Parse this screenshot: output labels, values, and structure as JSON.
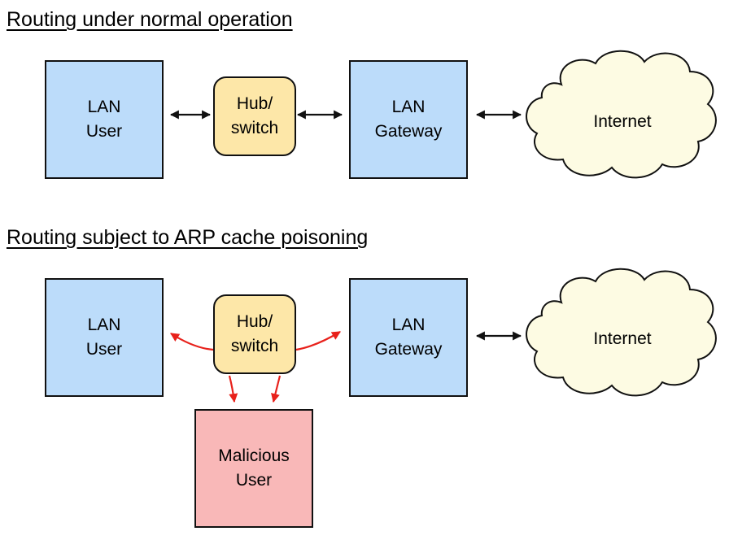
{
  "headings": {
    "normal": "Routing under normal operation",
    "poisoned": "Routing subject to ARP cache poisoning"
  },
  "normal": {
    "user": [
      "LAN",
      "User"
    ],
    "hub": [
      "Hub/",
      "switch"
    ],
    "gateway": [
      "LAN",
      "Gateway"
    ],
    "internet": "Internet"
  },
  "poisoned": {
    "user": [
      "LAN",
      "User"
    ],
    "hub": [
      "Hub/",
      "switch"
    ],
    "gateway": [
      "LAN",
      "Gateway"
    ],
    "internet": "Internet",
    "malicious": [
      "Malicious",
      "User"
    ]
  },
  "colors": {
    "node_blue": "#bcdcfa",
    "hub_yellow": "#fde7a8",
    "cloud_fill": "#fdfbe3",
    "malicious_red": "#f9b8b8",
    "attack_arrow": "#e8211b"
  }
}
